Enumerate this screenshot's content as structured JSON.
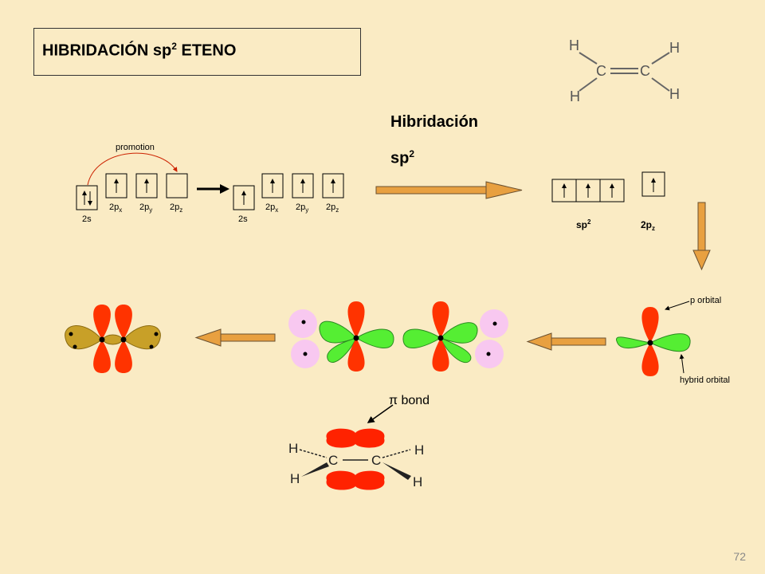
{
  "title": {
    "main": "HIBRIDACIÓN sp",
    "sup": "2",
    "rest": " ETENO"
  },
  "hybridization": {
    "word": "Hibridación",
    "sp": "sp",
    "sp_sup": "2"
  },
  "promotion_label": "promotion",
  "orbitals_before": [
    {
      "label": "2s",
      "electrons": "pair"
    },
    {
      "label": "2p",
      "sub": "x",
      "electrons": "up"
    },
    {
      "label": "2p",
      "sub": "y",
      "electrons": "up"
    },
    {
      "label": "2p",
      "sub": "z",
      "electrons": "empty"
    }
  ],
  "orbitals_after": [
    {
      "label": "2s",
      "electrons": "up"
    },
    {
      "label": "2p",
      "sub": "x",
      "electrons": "up"
    },
    {
      "label": "2p",
      "sub": "y",
      "electrons": "up"
    },
    {
      "label": "2p",
      "sub": "z",
      "electrons": "up"
    }
  ],
  "hybrid_labels": {
    "sp2": "sp",
    "sp2_sup": "2",
    "pz": "2p",
    "pz_sub": "z"
  },
  "orbital_labels": {
    "p_orbital": "p orbital",
    "hybrid_orbital": "hybrid orbital",
    "pi_bond": "π bond"
  },
  "ethene_atoms": {
    "carbon": "C",
    "hydrogen": "H"
  },
  "page_number": "72",
  "colors": {
    "background": "#faebc4",
    "p_lobe": "#ff3300",
    "hybrid_lobe": "#55ee33",
    "arrow": "#e8a040",
    "s_orbital": "#f8c8f0",
    "overlap_lobe": "#c8a028"
  }
}
